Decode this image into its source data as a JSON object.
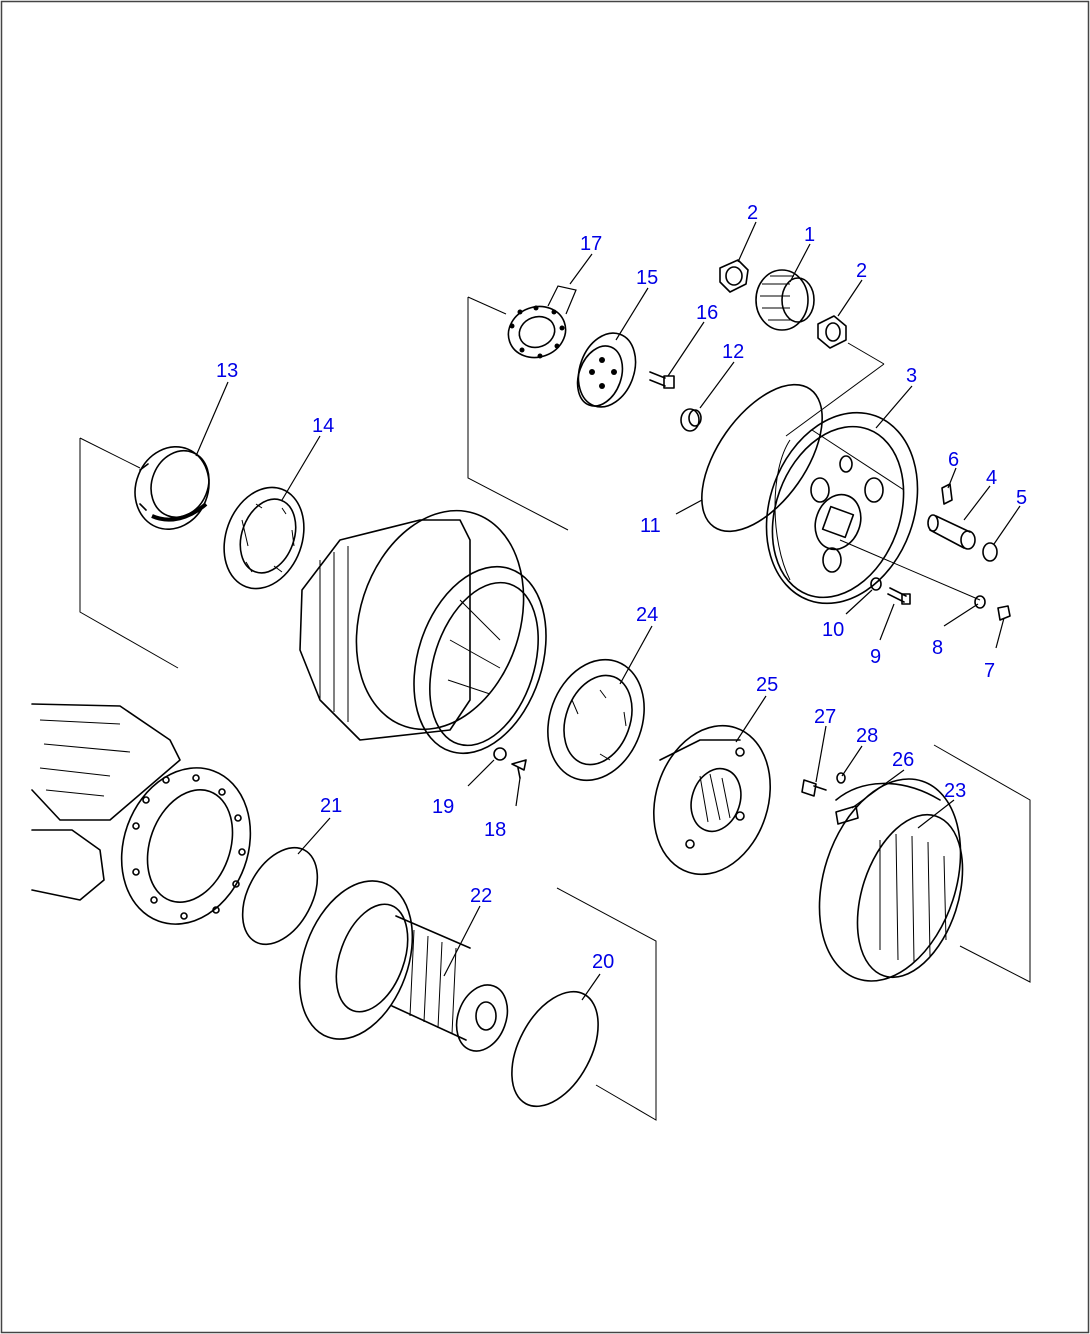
{
  "callouts": [
    {
      "id": "c1",
      "label": "1"
    },
    {
      "id": "c2a",
      "label": "2"
    },
    {
      "id": "c2b",
      "label": "2"
    },
    {
      "id": "c3",
      "label": "3"
    },
    {
      "id": "c4",
      "label": "4"
    },
    {
      "id": "c5",
      "label": "5"
    },
    {
      "id": "c6",
      "label": "6"
    },
    {
      "id": "c7",
      "label": "7"
    },
    {
      "id": "c8",
      "label": "8"
    },
    {
      "id": "c9",
      "label": "9"
    },
    {
      "id": "c10",
      "label": "10"
    },
    {
      "id": "c11",
      "label": "11"
    },
    {
      "id": "c12",
      "label": "12"
    },
    {
      "id": "c13",
      "label": "13"
    },
    {
      "id": "c14",
      "label": "14"
    },
    {
      "id": "c15",
      "label": "15"
    },
    {
      "id": "c16",
      "label": "16"
    },
    {
      "id": "c17",
      "label": "17"
    },
    {
      "id": "c18",
      "label": "18"
    },
    {
      "id": "c19",
      "label": "19"
    },
    {
      "id": "c20",
      "label": "20"
    },
    {
      "id": "c21",
      "label": "21"
    },
    {
      "id": "c22",
      "label": "22"
    },
    {
      "id": "c23",
      "label": "23"
    },
    {
      "id": "c24",
      "label": "24"
    },
    {
      "id": "c25",
      "label": "25"
    },
    {
      "id": "c26",
      "label": "26"
    },
    {
      "id": "c27",
      "label": "27"
    },
    {
      "id": "c28",
      "label": "28"
    }
  ],
  "colors": {
    "callout": "#0000e6",
    "line": "#000000",
    "frame": "#444444"
  }
}
